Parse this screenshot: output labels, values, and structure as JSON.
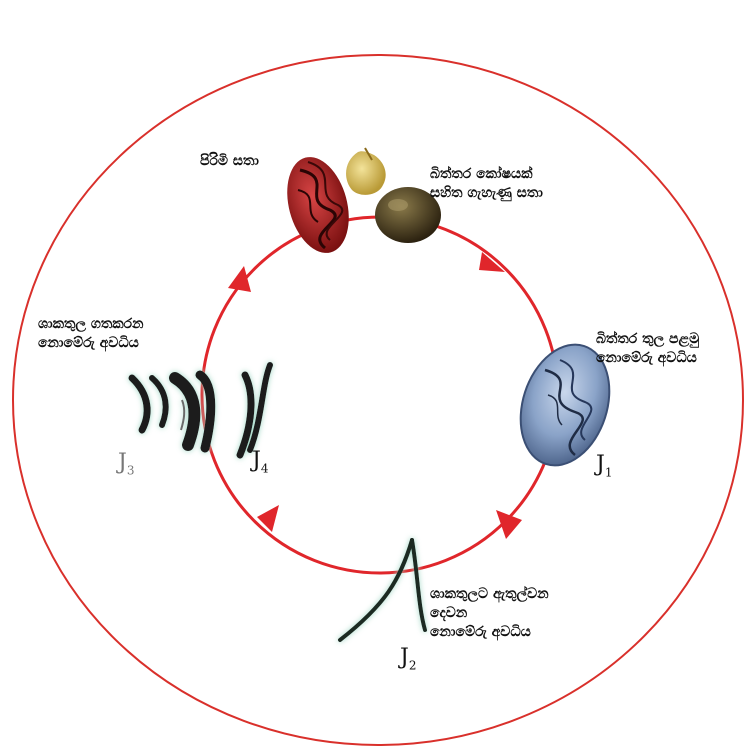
{
  "labels": {
    "male": "පිරිමි සතා",
    "female_line1": "බිත්තර කෝෂයක්",
    "female_line2": "සහිත ගැහැණු  සතා",
    "j1_line1": "බිත්තර තුල පළමු",
    "j1_line2": "නොමේරු අවධිය",
    "j2_line1": "ශාකතුලට ඇතුල්වන",
    "j2_line2": "දෙවන",
    "j2_line3": "නොමේරු අවධිය",
    "j34_line1": "ශාකතුල ගතකරන",
    "j34_line2": "නොමේරු අවධිය"
  },
  "stages": {
    "j1": {
      "letter": "J",
      "sub": "1"
    },
    "j2": {
      "letter": "J",
      "sub": "2"
    },
    "j3": {
      "letter": "J",
      "sub": "3"
    },
    "j4": {
      "letter": "J",
      "sub": "4"
    }
  },
  "colors": {
    "cycle": "#e0262b",
    "outer_ring": "#d9302b",
    "male": "#b02222",
    "female": "#4a3a18",
    "egg": "#8aa3c8",
    "juvenile_glow": "#a9d8c9"
  }
}
